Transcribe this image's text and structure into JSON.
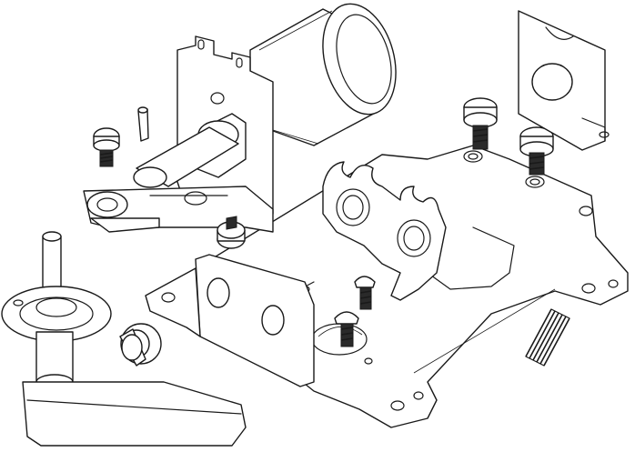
{
  "title": "",
  "colors": {
    "line": "#1a1a1a",
    "background": "#ffffff",
    "fill": "#ffffff"
  },
  "parts": [
    "gear-motor",
    "motor-bracket",
    "dowel-pin",
    "cap-screw",
    "crank-lever-arm",
    "side-bracket",
    "base-plate",
    "cam-plate",
    "button-head-screw",
    "compression-spring",
    "handle-shaft-assembly",
    "bushing",
    "mount-block"
  ]
}
